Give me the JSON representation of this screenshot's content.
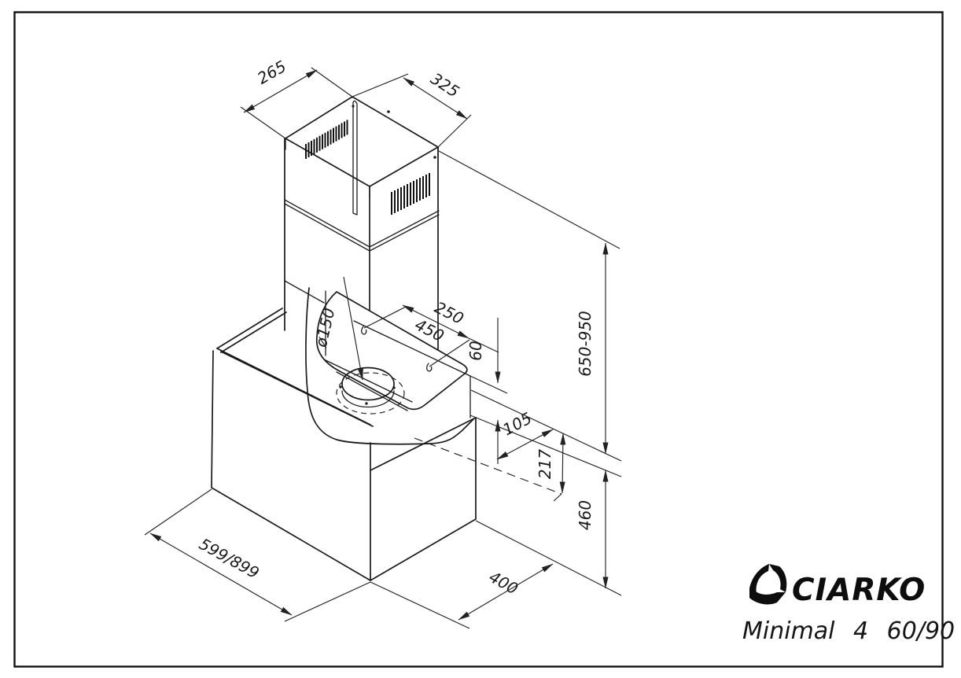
{
  "drawing": {
    "brand": "CIARKO",
    "model": "Minimal 4 60/90",
    "type": "kitchen-hood dimensional drawing",
    "line_color": "#1b1b1b",
    "background": "#ffffff",
    "dims": {
      "chimney_depth_top": "265",
      "chimney_width_top": "325",
      "chimney_height_range": "650-950",
      "mounting_holes_spacing": "250",
      "mounting_plate_width": "450",
      "mounting_offset_vertical": "60",
      "duct_diameter": "ø150",
      "mounting_depth": "105",
      "canopy_front_drop": "217",
      "body_height": "460",
      "body_widths": "599/899",
      "body_depth": "400"
    }
  }
}
